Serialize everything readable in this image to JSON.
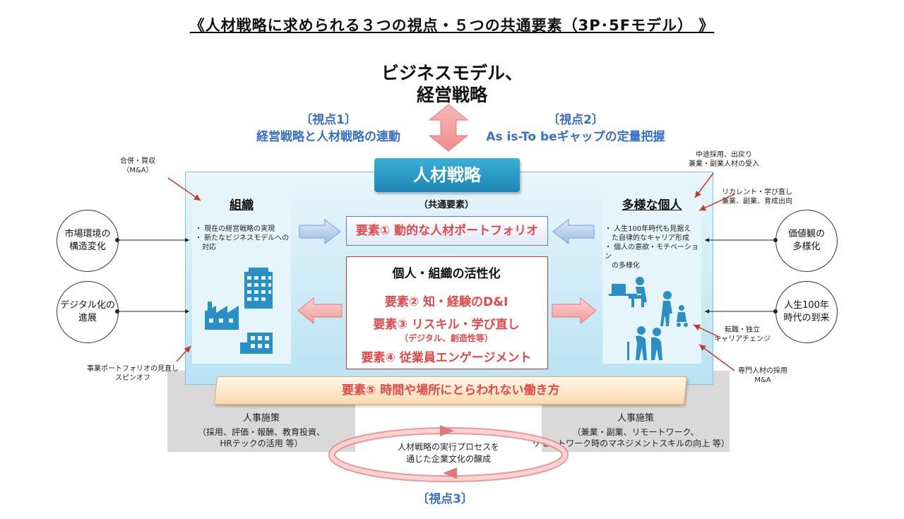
{
  "title": "《人材戦略に求められる３つの視点・５つの共通要素（3P･5Fモデル） 》",
  "top_strategy": {
    "line1": "ビジネスモデル、",
    "line2": "経営戦略"
  },
  "pov1": {
    "label": "〔視点1〕",
    "text": "経営戦略と人材戦略の連動"
  },
  "pov2": {
    "label": "〔視点2〕",
    "text": "As is-To beギャップの定量把握"
  },
  "pov3": {
    "label": "〔視点3〕"
  },
  "banner": "人材戦略",
  "org": {
    "heading": "組織",
    "bullet1a": "・ 現在の経営戦略の実現",
    "bullet2a": "・ 新たなビジネスモデルへの",
    "bullet2b": "対応"
  },
  "individual": {
    "heading": "多様な個人",
    "bullet1a": "・ 人生100年時代も見据え",
    "bullet1b": "た自律的なキャリア形成",
    "bullet2a": "・ 個人の意欲・モチベーション",
    "bullet2b": "の多様化"
  },
  "common": {
    "label": "（共通要素）"
  },
  "elements": {
    "e1": "要素① 動的な人材ポートフォリオ",
    "activation": "個人・組織の活性化",
    "e2": "要素② 知・経験のD&I",
    "e3": "要素③ リスキル・学び直し",
    "e3_sub": "（デジタル、創造性等）",
    "e4": "要素④ 従業員エンゲージメント",
    "e5": "要素⑤ 時間や場所にとらわれない働き方"
  },
  "hr_left": {
    "title": "人事施策",
    "line1": "（採用、評価・報酬、教育投資、",
    "line2": "HRテックの活用 等）"
  },
  "hr_right": {
    "title": "人事施策",
    "line1": "（兼業・副業、リモートワーク、",
    "line2": "リモートワーク時のマネジメントスキルの向上 等）"
  },
  "process": {
    "line1": "人材戦略の実行プロセスを",
    "line2": "通じた企業文化の醸成"
  },
  "external": {
    "ma_top": {
      "line1": "合併・買収",
      "line2": "（M&A）"
    },
    "market": {
      "line1": "市場環境の",
      "line2": "構造変化"
    },
    "digital": {
      "line1": "デジタル化の",
      "line2": "進展"
    },
    "portfolio": {
      "line1": "事業ポートフォリオの見直し",
      "line2": "スピンオフ"
    },
    "hire": {
      "line1": "中途採用、出戻り",
      "line2": "兼業・副業人材の受入"
    },
    "recurrent": {
      "line1": "リカレント・学び直し",
      "line2": "兼業、副業、育成出向"
    },
    "values": {
      "line1": "価値観の",
      "line2": "多様化"
    },
    "life100": {
      "line1": "人生100年",
      "line2": "時代の到来"
    },
    "career": {
      "line1": "転職・独立",
      "line2": "キャリアチェンジ"
    },
    "specialist": {
      "line1": "専門人材の採用",
      "line2": "M&A"
    }
  },
  "colors": {
    "accent_red": "#e14a4a",
    "pov_blue": "#3b6fc6",
    "banner_blue": "#1d85b3",
    "icon_blue": "#2a8fc4"
  }
}
